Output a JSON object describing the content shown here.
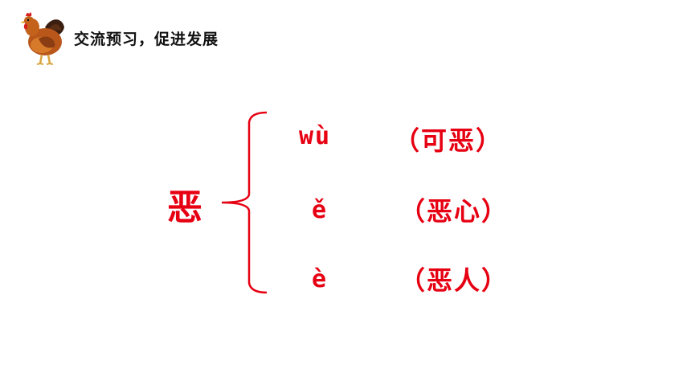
{
  "header": {
    "title": "交流预习，促进发展",
    "icon": "hen-icon"
  },
  "main": {
    "character": "恶",
    "readings": [
      {
        "pinyin": "wù",
        "word": "（可恶）"
      },
      {
        "pinyin": "ě",
        "word": "（恶心）"
      },
      {
        "pinyin": "è",
        "word": "（恶人）"
      }
    ]
  },
  "colors": {
    "accent": "#e60012",
    "title": "#111111"
  }
}
